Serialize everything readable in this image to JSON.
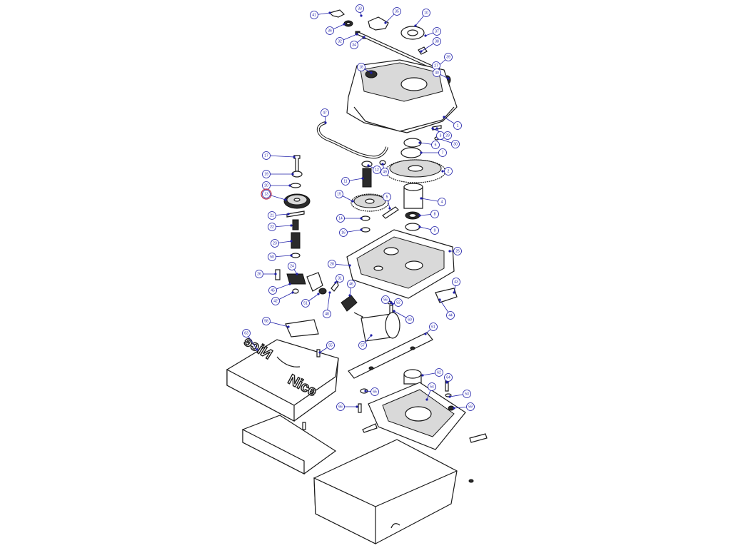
{
  "diagram": {
    "brand_logo": "Nice",
    "colors": {
      "line": "#1a1a1a",
      "callout": "#1f1fa8",
      "highlight": "#c0304a",
      "background": "#ffffff"
    },
    "highlighted_callout": "13",
    "callouts": [
      {
        "label": "41"
      },
      {
        "label": "33"
      },
      {
        "label": "35"
      },
      {
        "label": "10"
      },
      {
        "label": "36"
      },
      {
        "label": "37"
      },
      {
        "label": "32"
      },
      {
        "label": "34"
      },
      {
        "label": "38"
      },
      {
        "label": "27"
      },
      {
        "label": "40"
      },
      {
        "label": "39"
      },
      {
        "label": "18"
      },
      {
        "label": "1"
      },
      {
        "label": "47"
      },
      {
        "label": "3"
      },
      {
        "label": "29"
      },
      {
        "label": "30"
      },
      {
        "label": "6"
      },
      {
        "label": "7"
      },
      {
        "label": "17"
      },
      {
        "label": "12"
      },
      {
        "label": "49"
      },
      {
        "label": "2"
      },
      {
        "label": "19"
      },
      {
        "label": "11"
      },
      {
        "label": "20"
      },
      {
        "label": "13"
      },
      {
        "label": "15"
      },
      {
        "label": "5"
      },
      {
        "label": "4"
      },
      {
        "label": "21"
      },
      {
        "label": "8"
      },
      {
        "label": "14"
      },
      {
        "label": "22"
      },
      {
        "label": "16"
      },
      {
        "label": "9"
      },
      {
        "label": "23"
      },
      {
        "label": "50"
      },
      {
        "label": "25"
      },
      {
        "label": "28"
      },
      {
        "label": "26"
      },
      {
        "label": "24"
      },
      {
        "label": "31"
      },
      {
        "label": "43"
      },
      {
        "label": "45"
      },
      {
        "label": "44"
      },
      {
        "label": "42"
      },
      {
        "label": "48"
      },
      {
        "label": "51"
      },
      {
        "label": "46"
      },
      {
        "label": "52"
      },
      {
        "label": "60"
      },
      {
        "label": "56"
      },
      {
        "label": "58"
      },
      {
        "label": "57"
      },
      {
        "label": "55"
      },
      {
        "label": "61"
      },
      {
        "label": "63"
      },
      {
        "label": "62"
      },
      {
        "label": "64"
      },
      {
        "label": "65"
      },
      {
        "label": "53"
      },
      {
        "label": "54"
      },
      {
        "label": "59"
      },
      {
        "label": "66"
      }
    ]
  }
}
